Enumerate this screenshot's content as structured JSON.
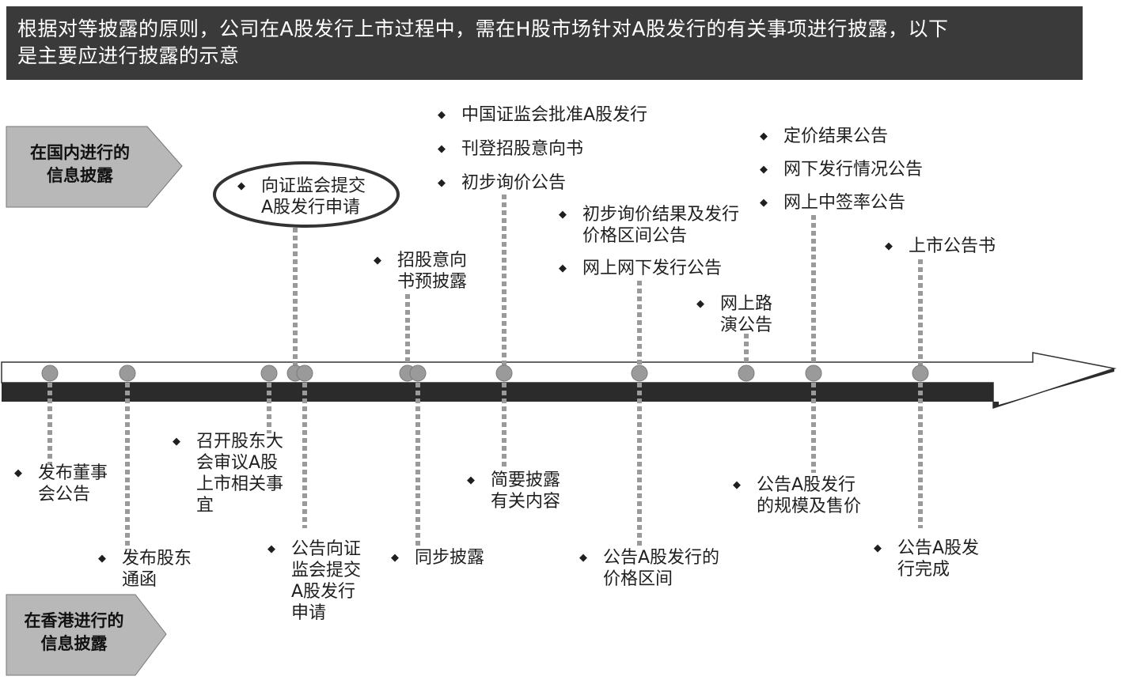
{
  "header": {
    "line1": "根据对等披露的原则，公司在A股发行上市过程中，需在H股市场针对A股发行的有关事项进行披露，以下",
    "line2": "是主要应进行披露的示意"
  },
  "labels": {
    "domestic": [
      "在国内进行的",
      "信息披露"
    ],
    "hongkong": [
      "在香港进行的",
      "信息披露"
    ]
  },
  "bullet_glyph": "◆",
  "colors": {
    "header_bg": "#3a3a3a",
    "arrow_fill": "#2b2b2b",
    "marker": "#9a9a9a",
    "dotted_line": "#9a9a9a",
    "pentagon_fill": "#b8b8b8"
  },
  "domestic_items": [
    {
      "id": "submit-application",
      "lines": [
        "向证监会提交",
        "A股发行申请"
      ],
      "highlighted": true
    },
    {
      "id": "prospectus-predisclosure",
      "lines": [
        "招股意向",
        "书预披露"
      ]
    },
    {
      "id": "csrc-approval-group",
      "items": [
        [
          "中国证监会批准A股发行"
        ],
        [
          "刊登招股意向书"
        ],
        [
          "初步询价公告"
        ]
      ]
    },
    {
      "id": "pricing-range-group",
      "items": [
        [
          "初步询价结果及发行",
          "价格区间公告"
        ],
        [
          "网上网下发行公告"
        ]
      ]
    },
    {
      "id": "roadshow",
      "lines": [
        "网上路",
        "演公告"
      ]
    },
    {
      "id": "pricing-result-group",
      "items": [
        [
          "定价结果公告"
        ],
        [
          "网下发行情况公告"
        ],
        [
          "网上中签率公告"
        ]
      ]
    },
    {
      "id": "listing-announcement",
      "lines": [
        "上市公告书"
      ]
    }
  ],
  "hk_items": [
    {
      "id": "board-announcement",
      "lines": [
        "发布董事",
        "会公告"
      ]
    },
    {
      "id": "shareholder-circular",
      "lines": [
        "发布股东",
        "通函"
      ]
    },
    {
      "id": "shareholder-meeting",
      "lines": [
        "召开股东大",
        "会审议A股",
        "上市相关事",
        "宜"
      ]
    },
    {
      "id": "announce-application",
      "lines": [
        "公告向证",
        "监会提交",
        "A股发行",
        "申请"
      ]
    },
    {
      "id": "sync-disclosure",
      "lines": [
        "同步披露"
      ]
    },
    {
      "id": "summary-disclosure",
      "lines": [
        "简要披露",
        "有关内容"
      ]
    },
    {
      "id": "announce-price-range",
      "lines": [
        "公告A股发行的",
        "价格区间"
      ]
    },
    {
      "id": "announce-scale-price",
      "lines": [
        "公告A股发行",
        "的规模及售价"
      ]
    },
    {
      "id": "announce-completion",
      "lines": [
        "公告A股发",
        "行完成"
      ]
    }
  ]
}
